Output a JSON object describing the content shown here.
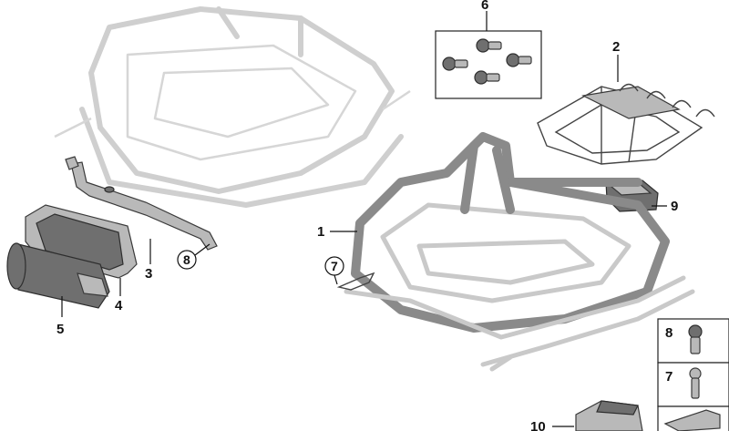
{
  "callouts": {
    "p1": "1",
    "p2": "2",
    "p3": "3",
    "p4": "4",
    "p5": "5",
    "p6": "6",
    "p7": "7",
    "p8": "8",
    "p9": "9",
    "p10": "10"
  },
  "legend": {
    "item_8": "8",
    "item_7": "7"
  },
  "colors": {
    "frame": "#8a8a8a",
    "ghost": "#cfcfcf",
    "label": "#111111"
  }
}
